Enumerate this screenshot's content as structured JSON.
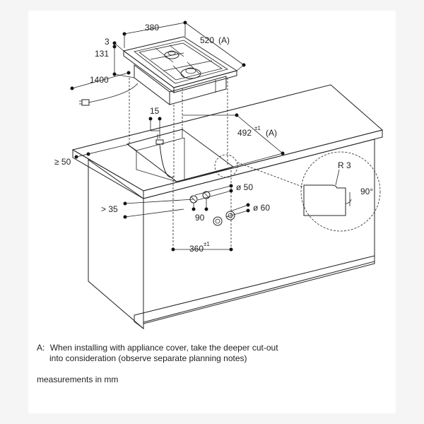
{
  "dimensions": {
    "width_380": "380",
    "depth_520": "520",
    "depth_a": "(A)",
    "gap_3": "3",
    "height_131": "131",
    "cable_1400": "1400",
    "offset_15": "15",
    "cutout_492": "492",
    "tol": "±1",
    "cutout_a": "(A)",
    "min_50": "≥ 50",
    "min_35": "> 35",
    "hole_50": "ø 50",
    "hole_60": "ø 60",
    "angle_90": "90",
    "span_360": "360",
    "radius": "R 3",
    "angle_detail": "90°"
  },
  "notes": {
    "a_key": "A:",
    "a_line1": "When installing with appliance cover, take the deeper cut-out",
    "a_line2": "into consideration (observe separate planning notes)",
    "units": "measurements in mm"
  }
}
